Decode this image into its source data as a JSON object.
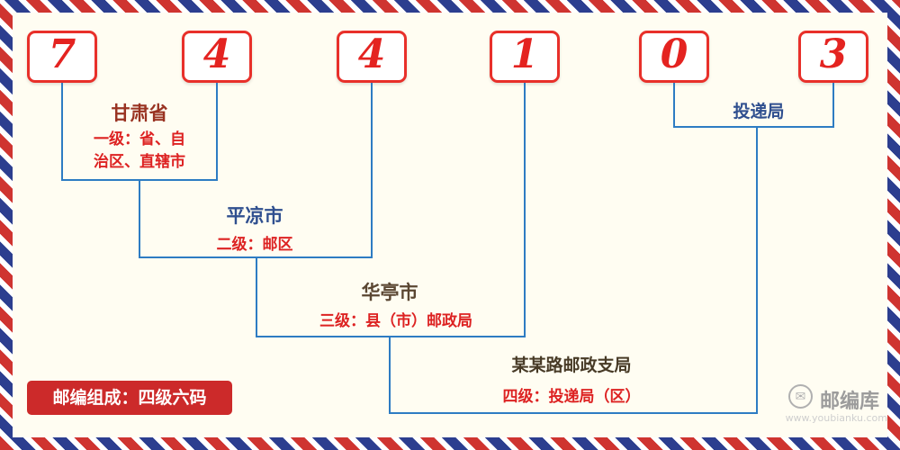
{
  "postal_code": {
    "digits": [
      "7",
      "4",
      "4",
      "1",
      "0",
      "3"
    ]
  },
  "levels": {
    "level1": {
      "name": "甘肃省",
      "desc_lines": [
        "一级：省、自",
        "治区、直辖市"
      ]
    },
    "level2": {
      "name": "平凉市",
      "desc": "二级：邮区"
    },
    "level3": {
      "name": "华亭市",
      "desc": "三级：县（市）邮政局"
    },
    "level4": {
      "name": "某某路邮政支局",
      "desc": "四级：投递局（区）"
    },
    "delivery": {
      "name": "投递局"
    }
  },
  "footer": {
    "composition": "邮编组成：四级六码"
  },
  "logo": {
    "brand": "邮编库",
    "url": "www.youbianku.com",
    "icon_glyph": "✉"
  },
  "colors": {
    "digit_red": "#e42320",
    "box_border_red": "#e8302a",
    "connector_blue": "#2e7cc3",
    "description_red": "#dd2222",
    "province_name": "#993322",
    "city_name": "#2f4f8f",
    "county_name": "#5a4632",
    "branch_name": "#473a26",
    "delivery_name": "#2f4f8f",
    "composition_badge_bg": "#cc2a2a",
    "border_stripe_red": "#cf3430",
    "border_stripe_blue": "#2c3e8f",
    "background": "#fffdf2"
  }
}
